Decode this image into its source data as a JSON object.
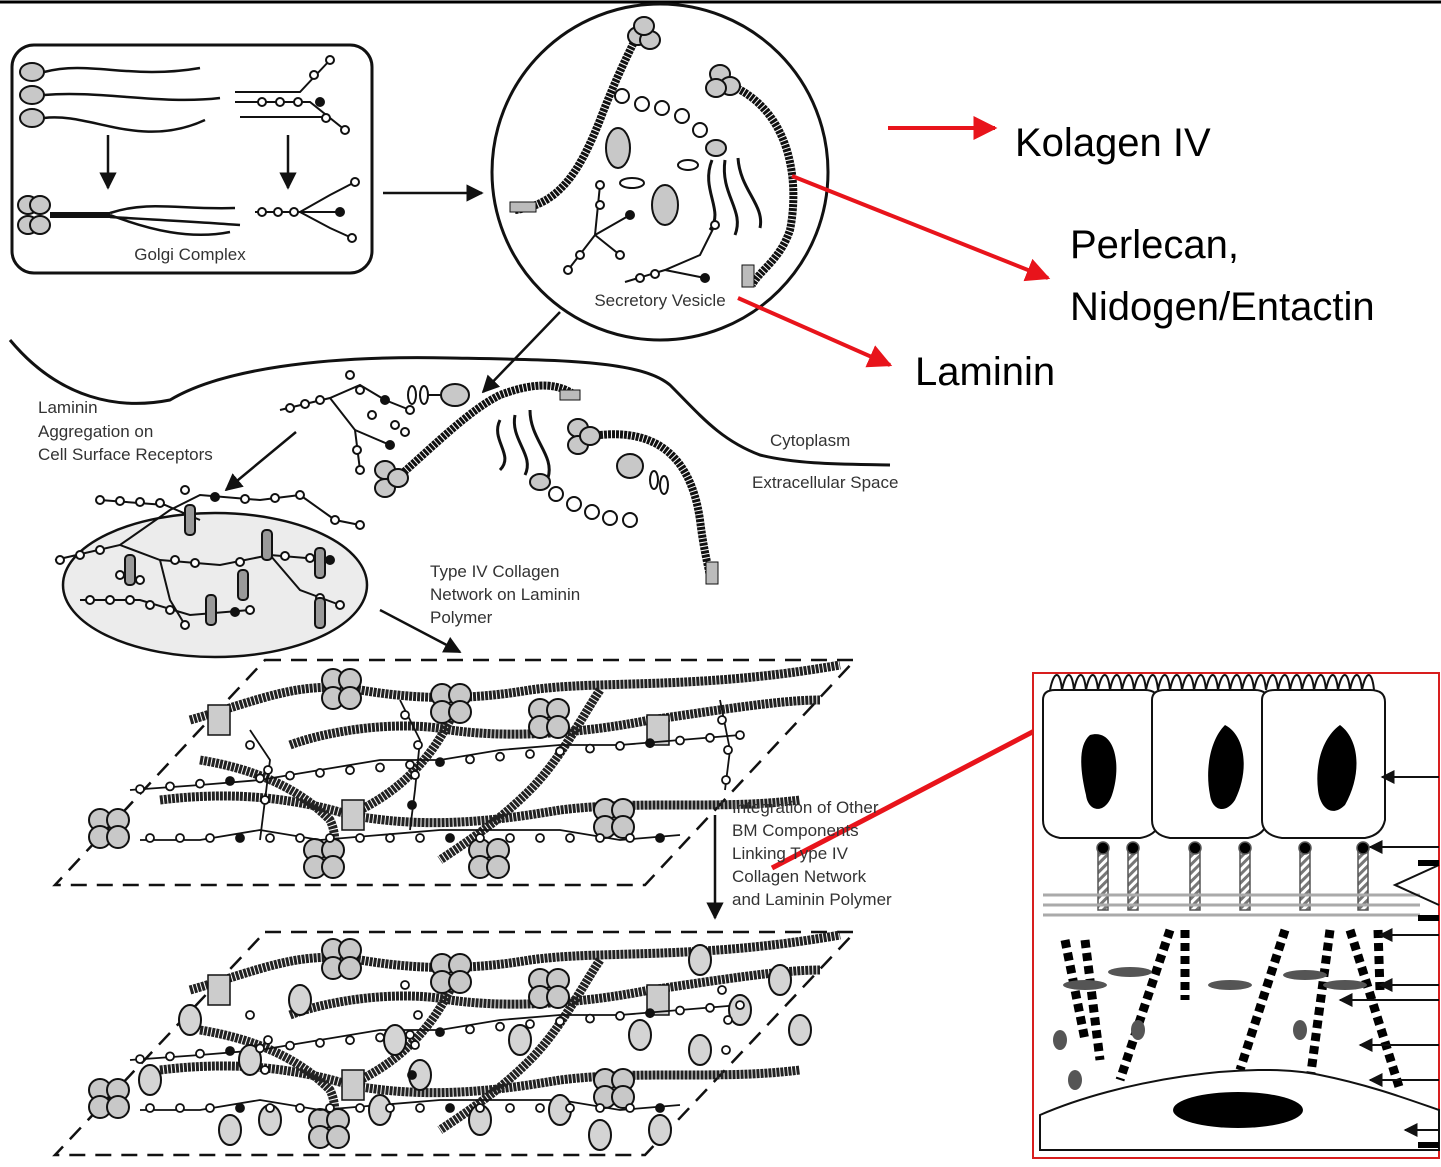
{
  "diagram": {
    "labels": {
      "golgi_complex": "Golgi Complex",
      "secretory_vesicle": "Secretory Vesicle",
      "laminin_aggregation": [
        "Laminin",
        "Aggregation on",
        "Cell Surface Receptors"
      ],
      "cytoplasm": "Cytoplasm",
      "extracellular_space": "Extracellular Space",
      "type_iv_collagen_network": [
        "Type IV Collagen",
        "Network on Laminin",
        "Polymer"
      ],
      "integration": [
        "Integration of Other",
        "BM Components",
        "Linking Type IV",
        "Collagen Network",
        "and Laminin Polymer"
      ]
    },
    "annotations": {
      "kolagen_iv": "Kolagen IV",
      "perlecan": "Perlecan,",
      "nidogen_entactin": "Nidogen/Entactin",
      "laminin": "Laminin"
    },
    "colors": {
      "annotation_arrow": "#e8141b",
      "inset_border": "#d81e1e",
      "protein_fill": "#c8c8c8",
      "strand": "#222222"
    }
  }
}
